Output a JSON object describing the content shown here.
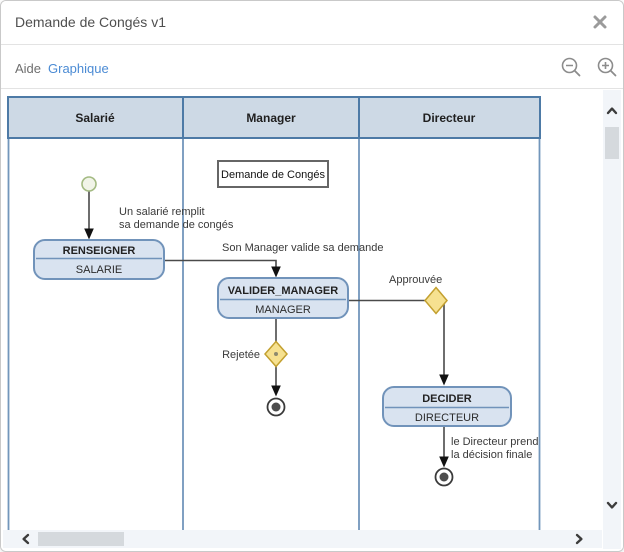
{
  "window": {
    "title": "Demande de Congés v1",
    "close_icon": "close-x"
  },
  "toolbar": {
    "aide_label": "Aide",
    "graphique_label": "Graphique",
    "zoom_out_icon": "magnifier-minus",
    "zoom_in_icon": "magnifier-plus"
  },
  "diagram": {
    "process_title": "Demande de Congés",
    "lanes": [
      {
        "label": "Salarié"
      },
      {
        "label": "Manager"
      },
      {
        "label": "Directeur"
      }
    ],
    "tasks": [
      {
        "name": "RENSEIGNER",
        "actor": "SALARIE"
      },
      {
        "name": "VALIDER_MANAGER",
        "actor": "MANAGER"
      },
      {
        "name": "DECIDER",
        "actor": "DIRECTEUR"
      }
    ],
    "labels": {
      "start_note_line1": "Un salarié remplit",
      "start_note_line2": "sa demande de congés",
      "manager_note": "Son Manager valide sa demande",
      "approved": "Approuvée",
      "rejected": "Rejetée",
      "final_note_line1": "le Directeur prend",
      "final_note_line2": "la décision finale"
    }
  },
  "colors": {
    "header_fill": "#cdd9e5",
    "lane_border": "#4d7aa6",
    "lane_line": "#7296bb",
    "task_fill": "#d9e3f0",
    "task_border": "#7193ba",
    "diamond_fill": "#f6e190",
    "diamond_border": "#c3a02f",
    "start_fill": "#f1f4e8",
    "start_border": "#a3ba82",
    "link_blue": "#4b8bd4",
    "edge_color": "#4a4a4a"
  }
}
